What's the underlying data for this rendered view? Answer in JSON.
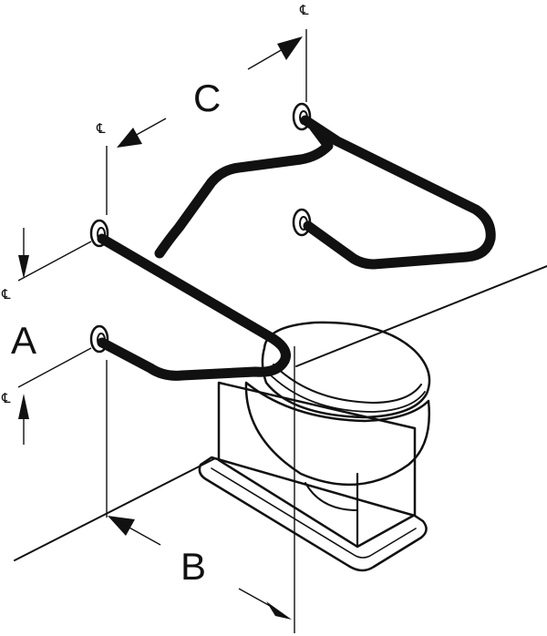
{
  "labels": {
    "a": "A",
    "b": "B",
    "c": "C",
    "centerline": "℄"
  },
  "colors": {
    "line": "#111111",
    "background": "#ffffff"
  }
}
